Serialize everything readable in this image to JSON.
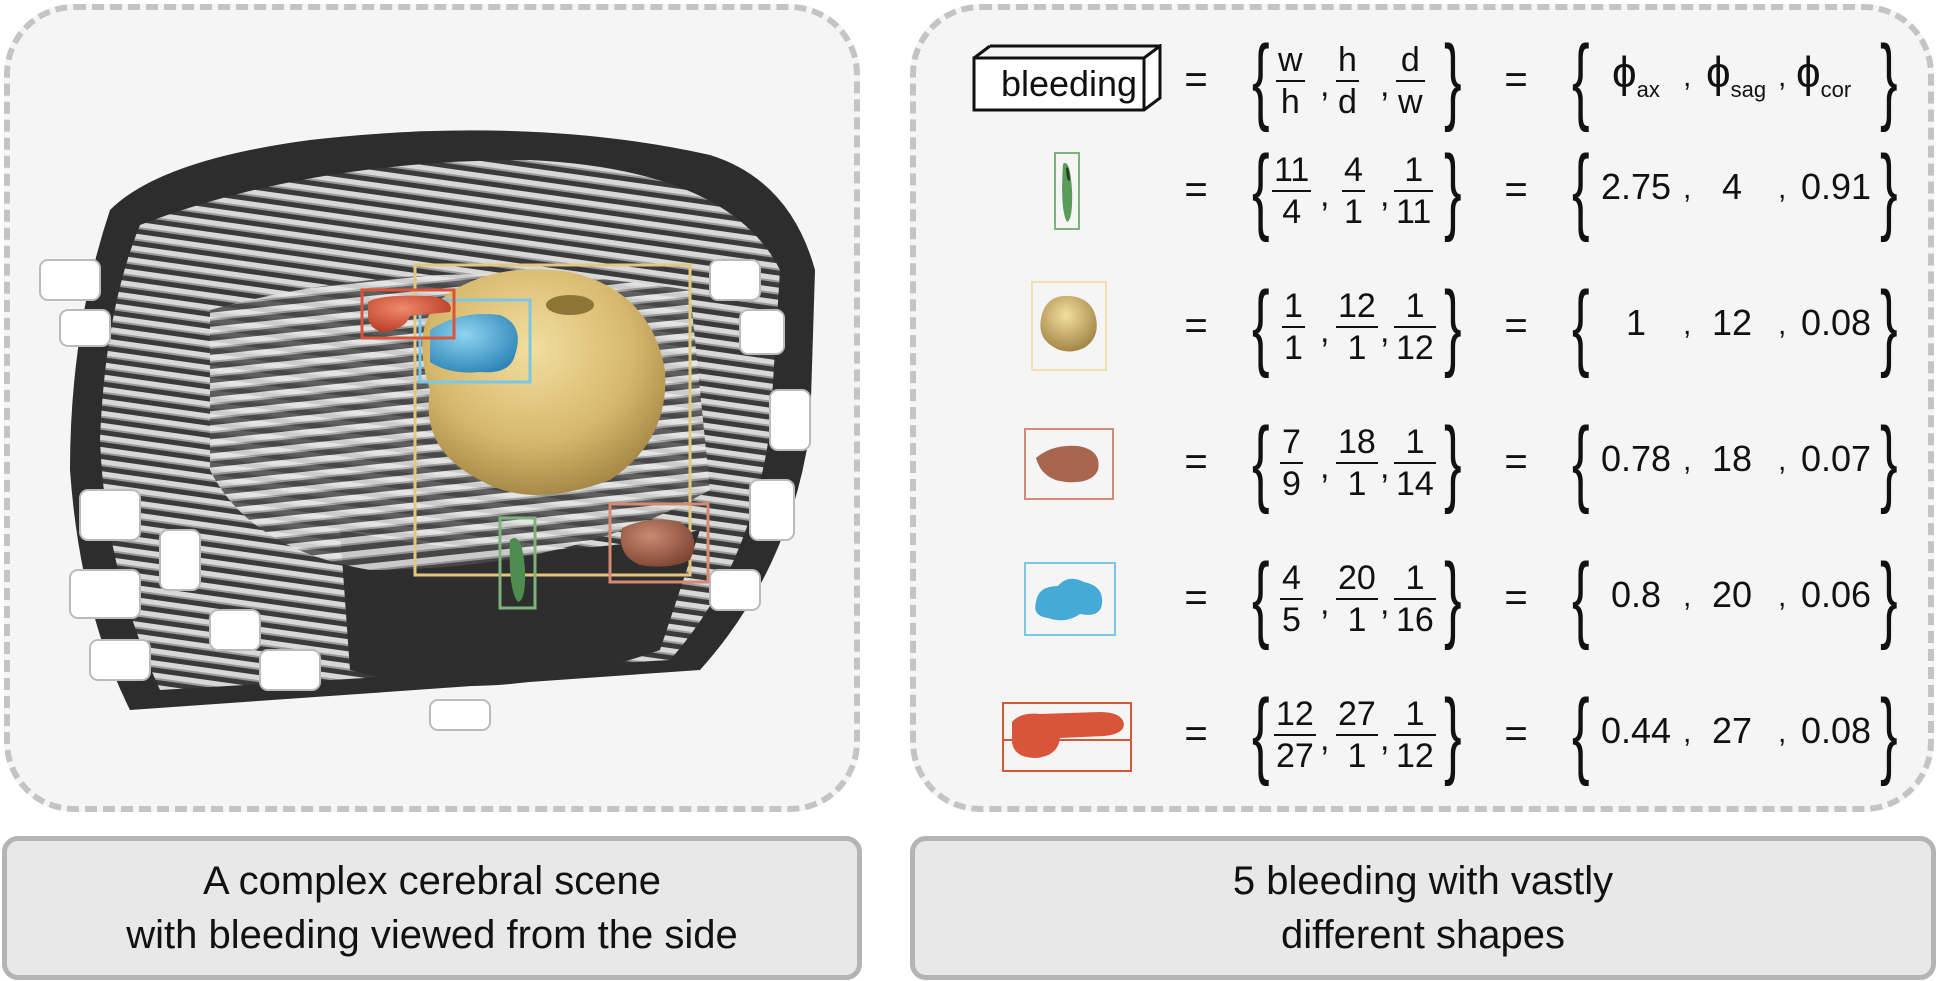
{
  "header": {
    "box_label": "bleeding",
    "eq1": "=",
    "eq2": "=",
    "ratios": [
      {
        "num": "w",
        "den": "h"
      },
      {
        "num": "h",
        "den": "d"
      },
      {
        "num": "d",
        "den": "w"
      }
    ],
    "phis": [
      {
        "symbol": "ϕ",
        "sub": "ax"
      },
      {
        "symbol": "ϕ",
        "sub": "sag"
      },
      {
        "symbol": "ϕ",
        "sub": "cor"
      }
    ]
  },
  "rows": [
    {
      "color": "#7fb17f",
      "fracs": [
        {
          "num": "11",
          "den": "4"
        },
        {
          "num": "4",
          "den": "1"
        },
        {
          "num": "1",
          "den": "11"
        }
      ],
      "values": [
        "2.75",
        "4",
        "0.91"
      ]
    },
    {
      "color": "#d8bf7a",
      "fracs": [
        {
          "num": "1",
          "den": "1"
        },
        {
          "num": "12",
          "den": "1"
        },
        {
          "num": "1",
          "den": "12"
        }
      ],
      "values": [
        "1",
        "12",
        "0.08"
      ]
    },
    {
      "color": "#a86550",
      "fracs": [
        {
          "num": "7",
          "den": "9"
        },
        {
          "num": "18",
          "den": "1"
        },
        {
          "num": "1",
          "den": "14"
        }
      ],
      "values": [
        "0.78",
        "18",
        "0.07"
      ]
    },
    {
      "color": "#46a9d6",
      "fracs": [
        {
          "num": "4",
          "den": "5"
        },
        {
          "num": "20",
          "den": "1"
        },
        {
          "num": "1",
          "den": "16"
        }
      ],
      "values": [
        "0.8",
        "20",
        "0.06"
      ]
    },
    {
      "color": "#d9553a",
      "fracs": [
        {
          "num": "12",
          "den": "27"
        },
        {
          "num": "27",
          "den": "1"
        },
        {
          "num": "1",
          "den": "12"
        }
      ],
      "values": [
        "0.44",
        "27",
        "0.08"
      ]
    }
  ],
  "captions": {
    "left": {
      "line1": "A complex cerebral scene",
      "line2": "with bleeding viewed from the side"
    },
    "right": {
      "line1": "5 bleeding with vastly",
      "line2": "different shapes"
    }
  }
}
